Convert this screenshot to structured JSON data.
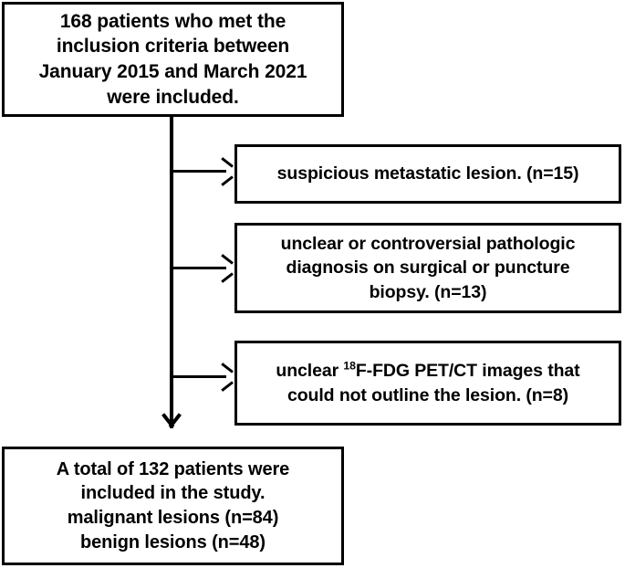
{
  "diagram": {
    "type": "patient-selection-flowchart",
    "enrolled": {
      "label": "168 patients who met the inclusion criteria between January 2015 and March 2021 were included.",
      "lines": [
        "168 patients who met the",
        "inclusion criteria between",
        "January 2015 and March 2021",
        "were included."
      ],
      "count": 168,
      "date_range_start": "January 2015",
      "date_range_end": "March 2021"
    },
    "exclusions": [
      {
        "id": "exclusion-1",
        "label": "suspicious metastatic lesion. (n=15)",
        "lines": [
          "suspicious metastatic lesion. (n=15)"
        ],
        "count": 15,
        "count_label": "(n=15)"
      },
      {
        "id": "exclusion-2",
        "label": "unclear or controversial pathologic diagnosis on surgical or puncture biopsy. (n=13)",
        "lines": [
          "unclear or controversial pathologic",
          "diagnosis on surgical or puncture",
          "biopsy. (n=13)"
        ],
        "count": 13,
        "count_label": "(n=13)"
      },
      {
        "id": "exclusion-3",
        "label": "unclear 18F-FDG PET/CT images that could not outline the lesion. (n=8)",
        "line1_prefix": "unclear ",
        "line1_superscript": "18",
        "line1_suffix": "F-FDG PET/CT images that",
        "line2": "could not outline the lesion. (n=8)",
        "count": 8,
        "count_label": "(n=8)"
      }
    ],
    "total": {
      "label": "A total of 132 patients were included in the study. malignant lesions (n=84) benign lesions (n=48)",
      "lines": [
        "A total of 132 patients were",
        "included in the study.",
        "malignant lesions (n=84)",
        "benign lesions (n=48)"
      ],
      "count": 132,
      "malignant_count": 84,
      "benign_count": 48
    },
    "colors": {
      "stroke": "#000000",
      "background": "#ffffff",
      "text": "#000000"
    }
  }
}
